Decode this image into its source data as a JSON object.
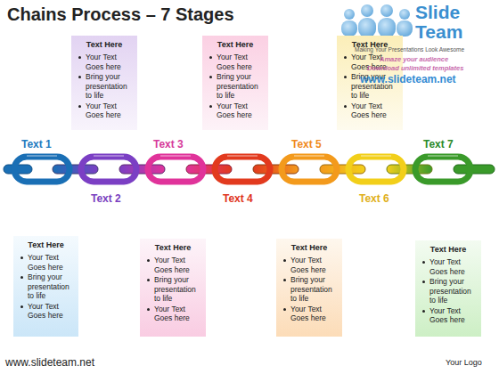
{
  "diagram": {
    "title": "Chains Process – 7 Stages",
    "nodes": [
      {
        "text": [
          "Text Here",
          "Your Text Goes here",
          "Bring your presentation to life",
          "Your Text Goes here"
        ]
      },
      {
        "text": [
          "Text Here",
          "Your Text Goes here",
          "Bring your presentation to life",
          "Your Text Goes here"
        ]
      },
      {
        "text": [
          "Text Here",
          "Your Text Goes here",
          "Bring your presentation to life",
          "Your Text Goes here"
        ]
      },
      {
        "text": [
          "Text Here",
          "Your Text Goes here",
          "Bring your presentation to life",
          "Your Text Goes here"
        ]
      },
      {
        "text": [
          "Text Here",
          "Your Text Goes here",
          "Bring your presentation to life",
          "Your Text Goes here"
        ]
      },
      {
        "text": [
          "Text Here",
          "Your Text Goes here",
          "Bring your presentation to life",
          "Your Text Goes here"
        ]
      },
      {
        "text": [
          "Text Here",
          "Your Text Goes here",
          "Bring your presentation to life",
          "Your Text Goes here"
        ]
      }
    ],
    "labels": [
      "Text 1",
      "Text 2",
      "Text 3",
      "Text 4",
      "Text 5",
      "Text 6",
      "Text 7",
      "Slide Team",
      "Making Your Presentations Look Awesome",
      "Amaze your audience",
      "Download unlimited templates",
      "www.slideteam.net",
      "www.slideteam.net",
      "Your Logo"
    ]
  }
}
